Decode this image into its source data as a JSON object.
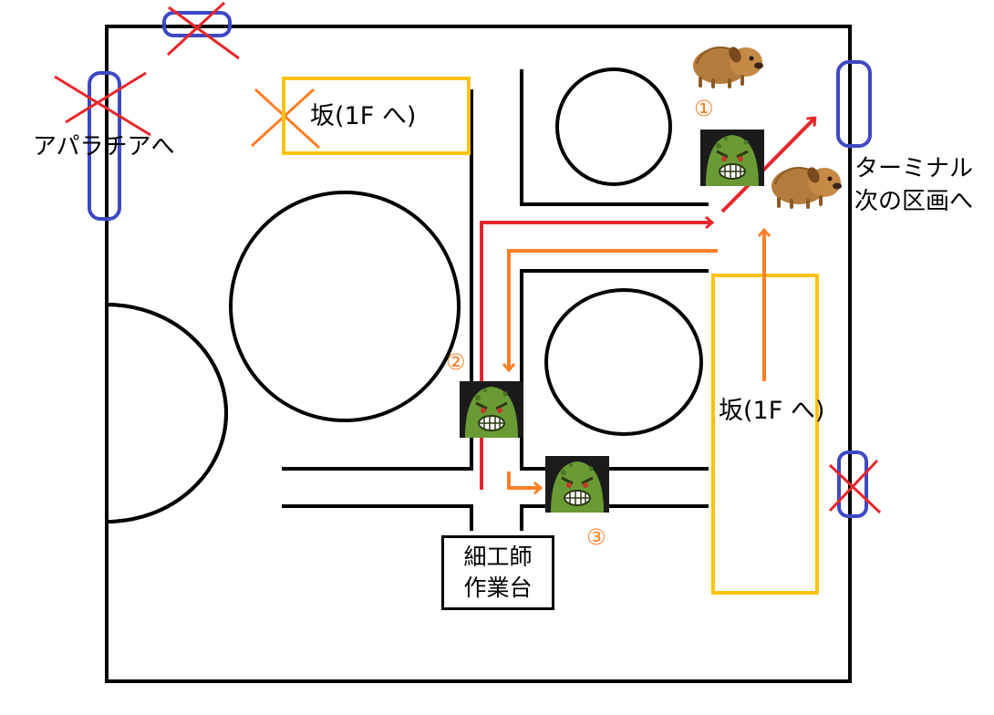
{
  "labels": {
    "appalachia": "アパラチアへ",
    "slope_top": "坂(1F へ)",
    "terminal_line1": "ターミナル",
    "terminal_line2": "次の区画へ",
    "slope_right": "坂(1F へ)",
    "workbench_line1": "細工師",
    "workbench_line2": "作業台"
  },
  "markers": {
    "marker1": "①",
    "marker2": "②",
    "marker3": "③"
  },
  "colors": {
    "wall": "#000000",
    "door": "#3e48c4",
    "blocked_cross": "#e8262b",
    "slope": "#ffc20e",
    "route_red": "#e8262b",
    "route_orange": "#ff7f27",
    "marker": "#ff7f27",
    "monster": "#6a9a34",
    "critter": "#b47c3c"
  },
  "icons": {
    "enemy": "green-monster-icon",
    "creature": "furry-critter-icon",
    "blocked": "x-cross-icon"
  }
}
